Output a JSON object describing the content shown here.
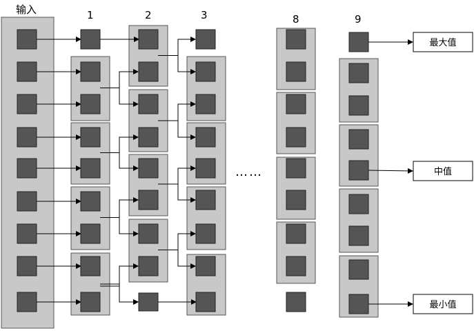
{
  "diagram": {
    "header_input": "输入",
    "column_numbers": [
      "1",
      "2",
      "3",
      "8",
      "9"
    ],
    "ellipsis": "……",
    "outputs": {
      "max": "最大值",
      "median": "中值",
      "min": "最小值"
    },
    "colors": {
      "group_fill": "#c8c8c8",
      "group_stroke": "#555555",
      "cell_fill": "#555555",
      "cell_stroke": "#222222",
      "line": "#000000"
    }
  }
}
